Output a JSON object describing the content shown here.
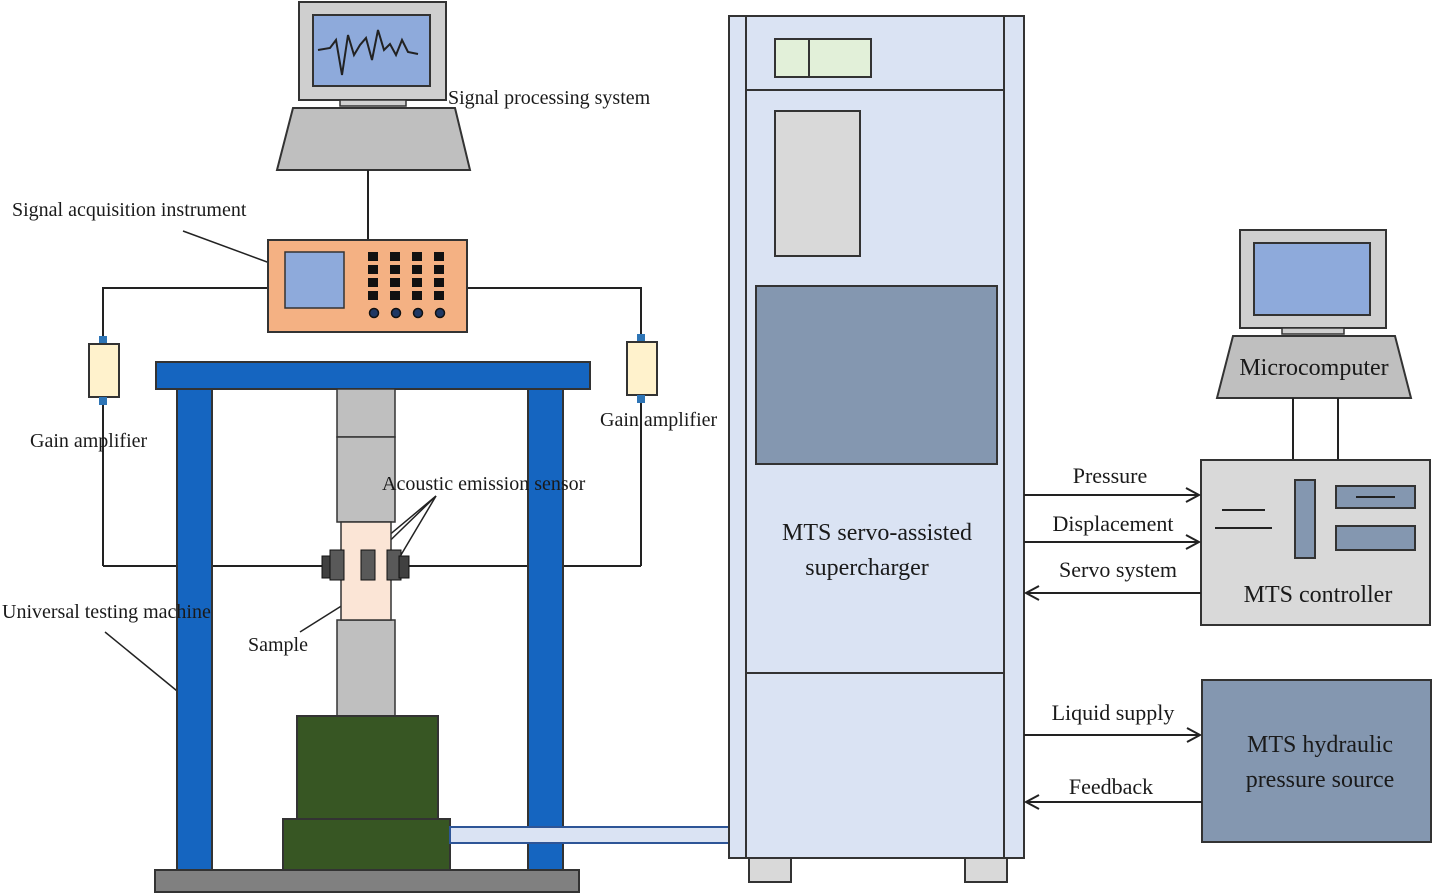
{
  "labels": {
    "signal_processing_system": "Signal processing system",
    "signal_acquisition_instrument": "Signal acquisition instrument",
    "gain_amplifier_left": "Gain amplifier",
    "gain_amplifier_right": "Gain amplifier",
    "acoustic_emission_sensor": "Acoustic emission sensor",
    "universal_testing_machine": "Universal testing machine",
    "sample": "Sample",
    "mts_servo_line1": "MTS servo-assisted",
    "mts_servo_line2": "supercharger",
    "microcomputer": "Microcomputer",
    "mts_controller": "MTS controller",
    "mts_hydraulic_line1": "MTS hydraulic",
    "mts_hydraulic_line2": "pressure source",
    "pressure": "Pressure",
    "displacement": "Displacement",
    "servo_system": "Servo system",
    "liquid_supply": "Liquid supply",
    "feedback": "Feedback"
  },
  "colors": {
    "frame_blue": "#1565c0",
    "screen_blue": "#8eaadb",
    "monitor_gray": "#cfcfcf",
    "instrument_orange": "#f4b183",
    "amplifier_yellow": "#fff2cc",
    "sample_pink": "#fbe5d6",
    "cabinet_blue": "#dae3f3",
    "panel_slate": "#8497b0",
    "base_green": "#375623",
    "controller_gray": "#d9d9d9",
    "hydraulic_slate": "#8497b0",
    "display_green": "#e2f0d9"
  }
}
